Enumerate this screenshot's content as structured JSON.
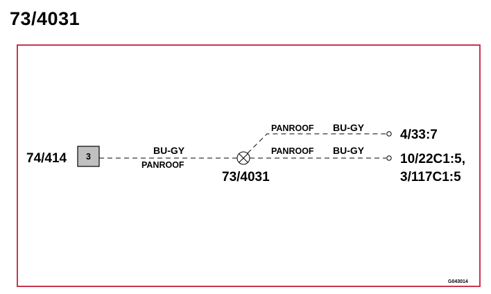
{
  "title": "73/4031",
  "frame_color": "#c8354e",
  "connector": {
    "id": "74/414",
    "pin": "3"
  },
  "splice": {
    "id": "73/4031"
  },
  "wires": {
    "left": {
      "color": "BU-GY",
      "circuit": "PANROOF"
    },
    "upper": {
      "circuit": "PANROOF",
      "color": "BU-GY",
      "destination": "4/33:7"
    },
    "lower": {
      "circuit": "PANROOF",
      "color": "BU-GY",
      "destination_line1": "10/22C1:5,",
      "destination_line2": "3/117C1:5"
    }
  },
  "figure_code": "G043014"
}
